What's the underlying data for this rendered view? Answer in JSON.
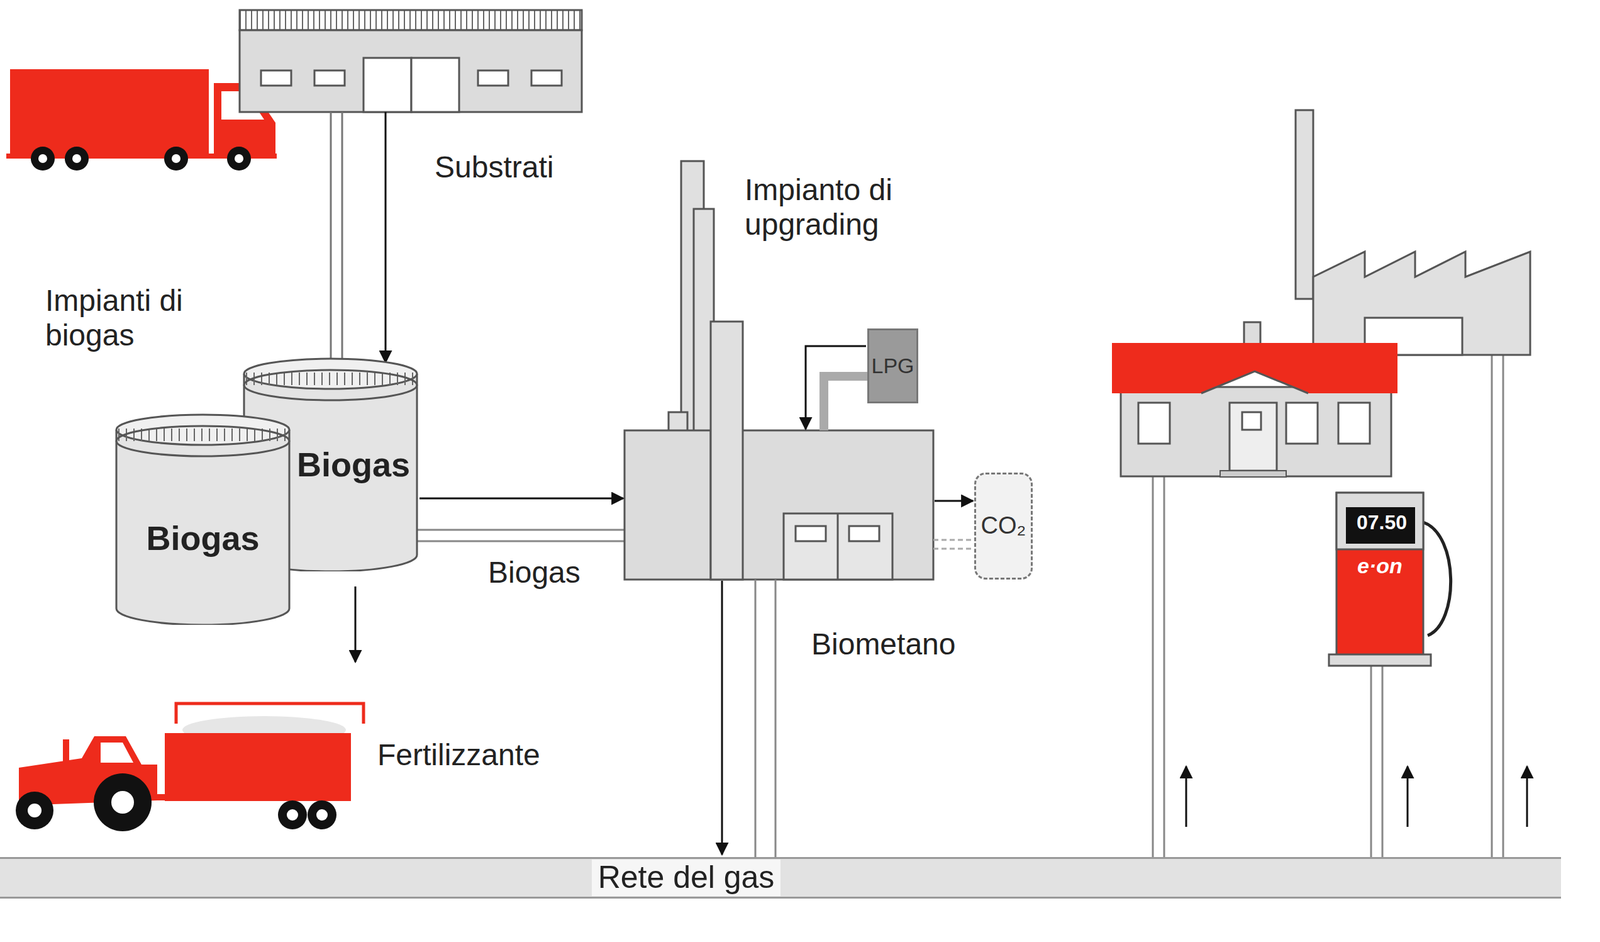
{
  "diagram": {
    "nodes": [
      {
        "text": [
          "Substrati"
        ]
      },
      {
        "text": [
          "Biogas"
        ]
      },
      {
        "text": [
          "Biogas"
        ]
      },
      {
        "text": [
          "Impianto di upgrading"
        ]
      },
      {
        "text": [
          "LPG"
        ]
      },
      {
        "text": [
          "CO₂"
        ]
      },
      {
        "text": [
          "Rete del gas"
        ]
      }
    ],
    "edges": [
      {
        "from": 0,
        "to": 1,
        "arrow": "to"
      },
      {
        "from": 1,
        "to": 3,
        "label": "Biogas",
        "arrow": "to"
      },
      {
        "from": 4,
        "to": 3,
        "arrow": "to"
      },
      {
        "from": 3,
        "to": 5,
        "arrow": "to"
      },
      {
        "from": 3,
        "to": 6,
        "label": "Biometano",
        "arrow": "to"
      }
    ],
    "labels": [
      "Impianti di biogas",
      "Fertilizzante",
      "07.50",
      "e·on"
    ]
  }
}
